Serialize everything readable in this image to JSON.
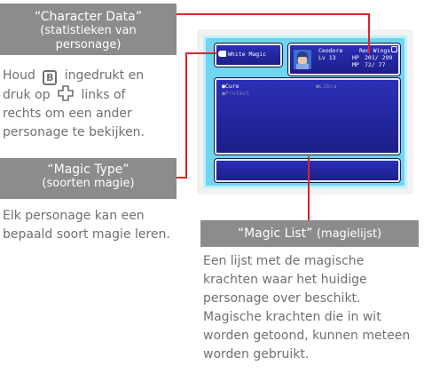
{
  "character_data": {
    "title": "“Character Data”",
    "subtitle": "(statistieken van personage)",
    "desc_line1_before": "Houd",
    "desc_line1_key": "B",
    "desc_line1_after": "ingedrukt en",
    "desc_line2_before": "druk op",
    "desc_line2_after": "links of",
    "desc_line3": "rechts om een ander",
    "desc_line4": "personage te bekijken."
  },
  "magic_type": {
    "title": "“Magic Type”",
    "subtitle": "(soorten magie)",
    "desc_line1": "Elk personage kan een",
    "desc_line2": "bepaald soort magie leren."
  },
  "magic_list": {
    "title": "“Magic List”",
    "subtitle": "(magielijst)",
    "desc_lines": [
      "Een lijst met de magische",
      "krachten waar het huidige",
      "personage over beschikt.",
      "Magische krachten die in wit",
      "worden getoond, kunnen meteen",
      "worden gebruikt."
    ]
  },
  "game": {
    "magic_type_label": "White Magic",
    "char_name": "Ceodore",
    "char_level": "Lv 13",
    "char_job": "Red Wings",
    "hp_label": "HP",
    "hp_value": "201/ 299",
    "mp_label": "MP",
    "mp_value": "72/  77",
    "spells": [
      {
        "name": "Cure",
        "usable": true
      },
      {
        "name": "Libra",
        "usable": false
      },
      {
        "name": "Protect",
        "usable": false
      }
    ]
  },
  "colors": {
    "label_bg": "#8c8c8c",
    "leader_line": "#e0202c",
    "window_blue": "#2b2fb7",
    "screen_border": "#6fd5f2"
  }
}
